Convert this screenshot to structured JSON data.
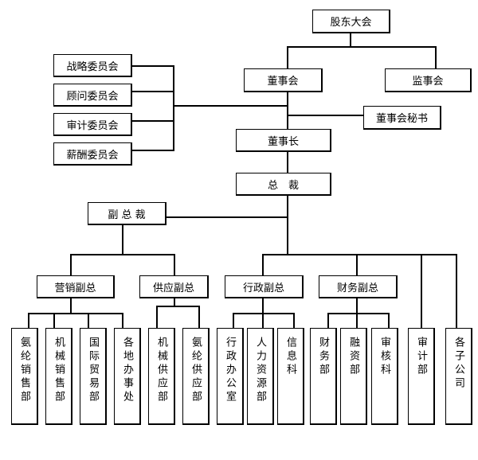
{
  "chart": {
    "shareholders": "股东大会",
    "board": "董事会",
    "supervisory": "监事会",
    "board_secretary": "董事会秘书",
    "chairman": "董事长",
    "president": "总　裁",
    "vice_president": "副 总 裁",
    "committees": [
      "战略委员会",
      "顾问委员会",
      "审计委员会",
      "薪酬委员会"
    ],
    "vps": [
      "营销副总",
      "供应副总",
      "行政副总",
      "财务副总"
    ],
    "departments": [
      "氨纶销售部",
      "机械销售部",
      "国际贸易部",
      "各地办事处",
      "机械供应部",
      "氨纶供应部",
      "行政办公室",
      "人力资源部",
      "信息科",
      "财务部",
      "融资部",
      "审核科",
      "审计部",
      "各子公司"
    ]
  }
}
